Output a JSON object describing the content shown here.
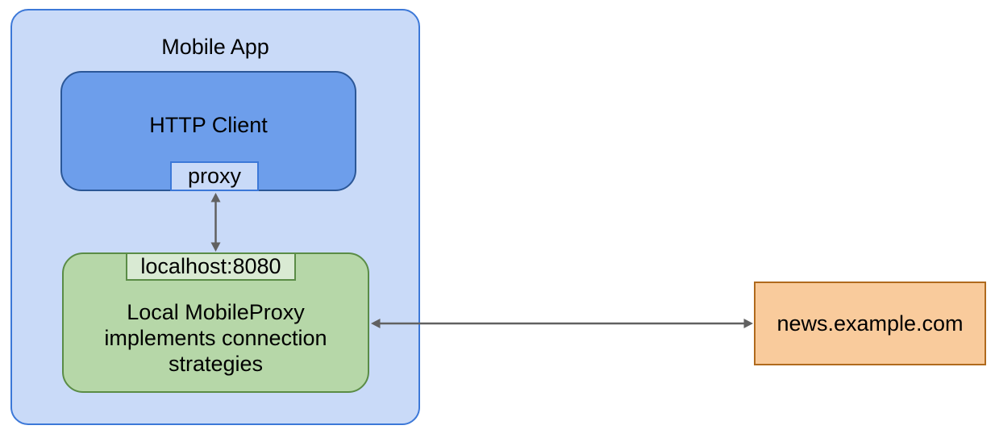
{
  "diagram": {
    "mobile_app": {
      "title": "Mobile App"
    },
    "http_client": {
      "label": "HTTP Client",
      "port_label": "proxy"
    },
    "mobileproxy": {
      "port_label": "localhost:8080",
      "lines": [
        "Local MobileProxy",
        "implements connection",
        "strategies"
      ]
    },
    "news_server": {
      "label": "news.example.com"
    }
  },
  "colors": {
    "page_bg": "#ffffff",
    "app_fill": "#c9daf8",
    "app_border": "#3c78d8",
    "http_fill": "#6d9eeb",
    "http_border": "#2b5797",
    "proxy_fill": "#c9daf8",
    "proxy_border": "#3c78d8",
    "green_fill": "#b6d7a8",
    "green_border": "#5a8c46",
    "badge_fill": "#d9ead3",
    "badge_border": "#5a8c46",
    "news_fill": "#f9cb9c",
    "news_border": "#b06a1d",
    "arrow": "#616161",
    "text": "#000000"
  }
}
